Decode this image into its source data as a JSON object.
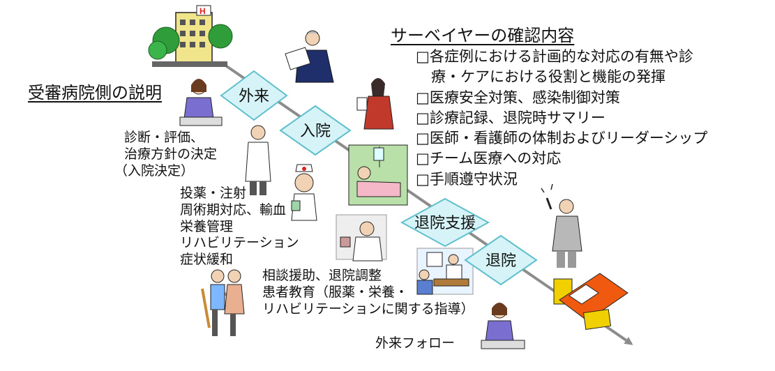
{
  "surveyor": {
    "title": "サーベイヤーの確認内容",
    "items": [
      "各症例における計画的な対応の有無や診",
      "療・ケアにおける役割と機能の発揮",
      "医療安全対策、感染制御対策",
      "診療記録、退院時サマリー",
      "医師・看護師の体制およびリーダーシップ",
      "チーム医療への対応",
      "手順遵守状況"
    ]
  },
  "hospital_side": {
    "title": "受審病院側の説明"
  },
  "stages": [
    "外来",
    "入院",
    "退院支援",
    "退院"
  ],
  "activities": {
    "diagnosis": [
      "診断・評価、",
      "治療方針の決定",
      "（入院決定）"
    ],
    "treatment": [
      "投薬・注射",
      "周術期対応、輸血",
      "栄養管理",
      "リハビリテーション",
      "症状緩和"
    ],
    "discharge": [
      "相談援助、退院調整",
      "患者教育（服薬・栄養・",
      "リハビリテーションに関する指導）"
    ],
    "followup": "外来フォロー"
  },
  "colors": {
    "diamond_fill": "#d6f4f8",
    "diamond_stroke": "#5fbfcc",
    "arrow": "#8c8c8c",
    "hospital_building": "#f0e58a",
    "trees": "#2f9e3a"
  }
}
